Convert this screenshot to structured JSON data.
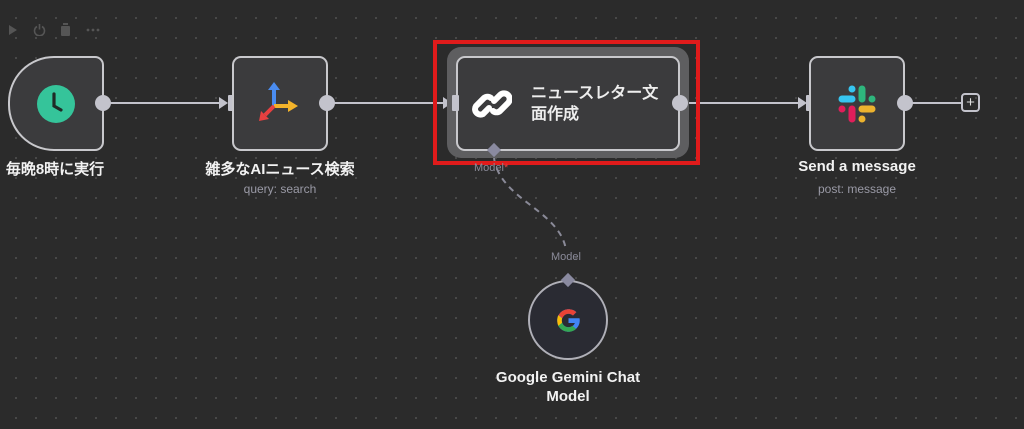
{
  "toolbar": {
    "play": "play-icon",
    "power": "power-icon",
    "delete": "trash-icon",
    "more": "more-icon"
  },
  "nodes": {
    "trigger": {
      "label": "毎晩8時に実行",
      "icon": "clock-icon",
      "color": "#35c49a"
    },
    "search": {
      "label": "雑多なAIニュース検索",
      "subtitle": "query: search",
      "icon": "arrows-icon"
    },
    "agent": {
      "label": "ニュースレター文面作成",
      "icon": "chain-link-icon",
      "model_port": "Model",
      "required": "*"
    },
    "slack": {
      "label": "Send a message",
      "subtitle": "post: message",
      "icon": "slack-icon"
    },
    "gemini": {
      "label": "Google Gemini Chat Model",
      "port": "Model",
      "icon": "google-icon"
    }
  },
  "add_button": "+",
  "highlight_color": "#e01b1b"
}
